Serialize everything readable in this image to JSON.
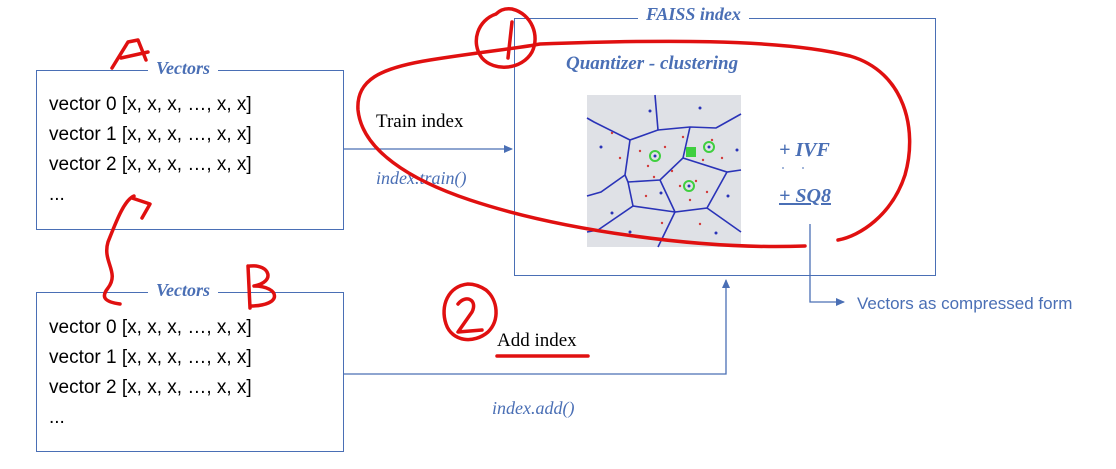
{
  "vectors_box_a": {
    "title": "Vectors",
    "lines": [
      "vector 0 [x, x, x, …, x, x]",
      "vector 1 [x, x, x, …, x, x]",
      "vector 2 [x, x, x, …, x, x]",
      "..."
    ]
  },
  "vectors_box_b": {
    "title": "Vectors",
    "lines": [
      "vector 0 [x, x, x, …, x, x]",
      "vector 1 [x, x, x, …, x, x]",
      "vector 2 [x, x, x, …, x, x]",
      "..."
    ]
  },
  "faiss_box": {
    "title": "FAISS index",
    "quantizer_label": "Quantizer - clustering",
    "ivf_label": "+ IVF",
    "sq8_label": "+ SQ8"
  },
  "edges": {
    "train_label": "Train index",
    "train_call": "index.train()",
    "add_label": "Add index",
    "add_call": "index.add()",
    "compressed_label": "Vectors as compressed form"
  },
  "colors": {
    "diagram_blue": "#4a6fb5",
    "annotation_red": "#e01010",
    "voronoi_bg": "#dfe1e6",
    "centroid_green": "#3fcf3f"
  }
}
